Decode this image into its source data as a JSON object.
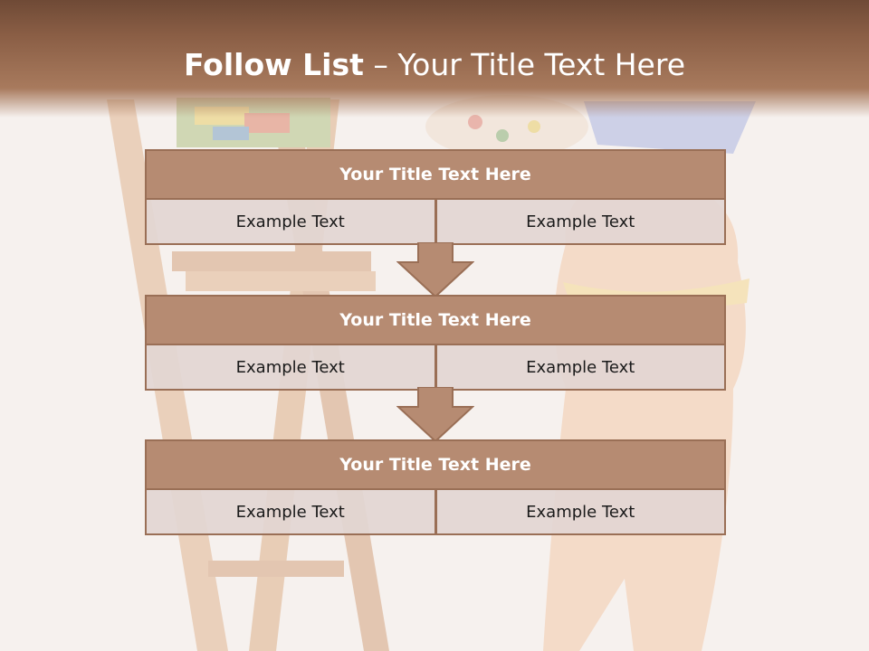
{
  "title": {
    "bold": "Follow List",
    "rest": "– Your Title Text Here"
  },
  "blocks": [
    {
      "heading": "Your Title Text Here",
      "cells": [
        "Example Text",
        "Example Text"
      ]
    },
    {
      "heading": "Your Title Text Here",
      "cells": [
        "Example Text",
        "Example Text"
      ]
    },
    {
      "heading": "Your Title Text Here",
      "cells": [
        "Example Text",
        "Example Text"
      ]
    }
  ],
  "colors": {
    "header": "#8a5e45",
    "block_head": "#b68b72",
    "block_border": "#9a6f56",
    "cell_bg": "#e2d6d2"
  }
}
